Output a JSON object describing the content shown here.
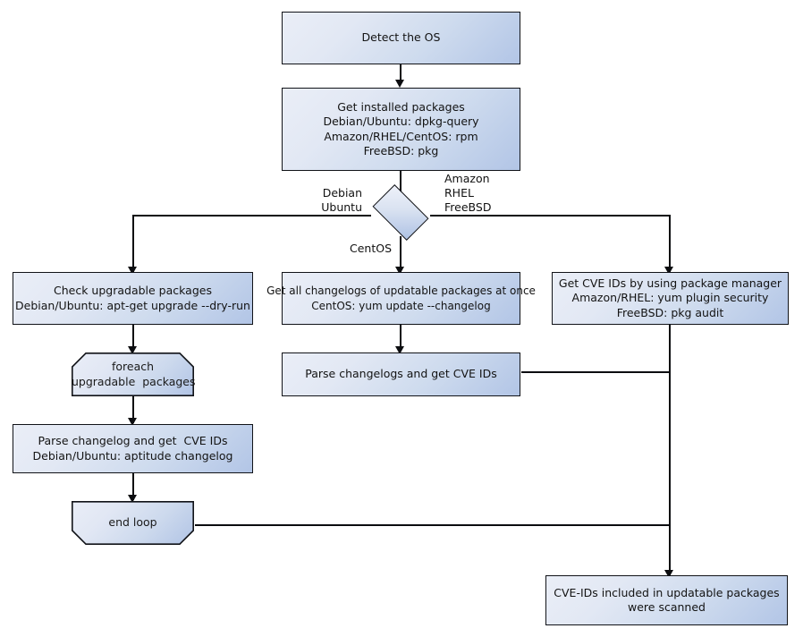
{
  "diagram": {
    "title": "OS package CVE scanning flowchart",
    "colors": {
      "node_fill_light": "#eaeef7",
      "node_fill_dark": "#b2c5e6",
      "border": "#111318",
      "connector": "#0c0d10",
      "background": "#ffffff"
    },
    "nodes": [
      {
        "id": "detect-os",
        "shape": "process",
        "text": "Detect the OS"
      },
      {
        "id": "get-installed",
        "shape": "process",
        "text": "Get installed packages\nDebian/Ubuntu: dpkg-query\nAmazon/RHEL/CentOS: rpm\nFreeBSD: pkg"
      },
      {
        "id": "os-decision",
        "shape": "decision",
        "text": ""
      },
      {
        "id": "check-upgradable",
        "shape": "process",
        "text": "Check upgradable packages\nDebian/Ubuntu: apt-get upgrade --dry-run"
      },
      {
        "id": "get-all-changelogs",
        "shape": "process",
        "text": "Get all changelogs of updatable packages at once\nCentOS: yum update --changelog"
      },
      {
        "id": "get-cve-pkgmgr",
        "shape": "process",
        "text": "Get CVE IDs by using package manager\nAmazon/RHEL: yum plugin security\nFreeBSD: pkg audit"
      },
      {
        "id": "foreach-loop",
        "shape": "loop-start",
        "text": "foreach\nupgradable  packages"
      },
      {
        "id": "parse-changelogs",
        "shape": "process",
        "text": "Parse changelogs and get CVE IDs"
      },
      {
        "id": "parse-changelog",
        "shape": "process",
        "text": "Parse changelog and get  CVE IDs\nDebian/Ubuntu: aptitude changelog"
      },
      {
        "id": "end-loop",
        "shape": "loop-end",
        "text": "end loop"
      },
      {
        "id": "scan-complete",
        "shape": "process",
        "text": "CVE-IDs included in updatable packages\nwere scanned"
      }
    ],
    "edge_labels": {
      "debian_ubuntu": "Debian\nUbuntu",
      "amazon_rhel_freebsd": "Amazon\nRHEL\nFreeBSD",
      "centos": "CentOS"
    }
  }
}
